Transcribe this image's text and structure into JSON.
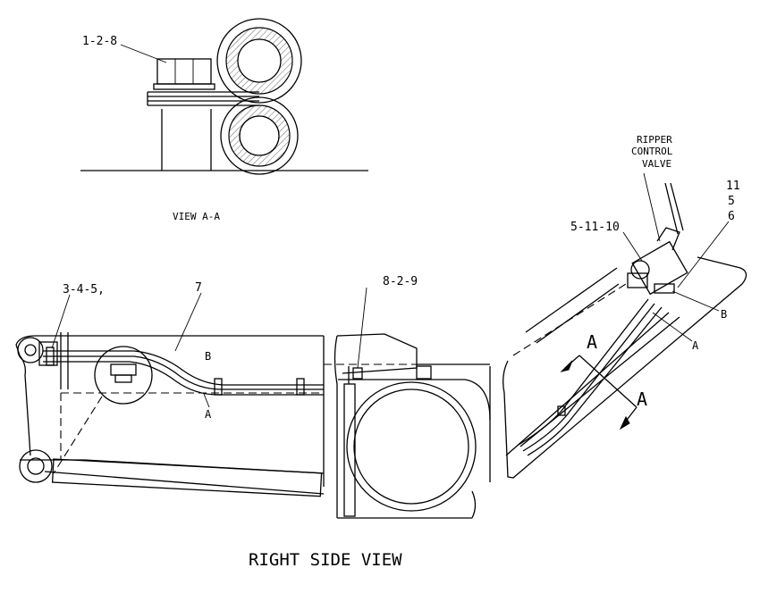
{
  "labels": {
    "part_1_2_8": "1-2-8",
    "view_aa": "VIEW A-A",
    "ripper_line1": "RIPPER",
    "ripper_line2": "CONTROL",
    "ripper_line3": "VALVE",
    "part_11": "11",
    "part_5": "5",
    "part_6": "6",
    "part_5_11_10": "5-11-10",
    "part_3_4_5": "3-4-5,",
    "part_7": "7",
    "part_8_2_9": "8-2-9",
    "line_b_left": "B",
    "line_a_left": "A",
    "line_b_right": "B",
    "line_a_right": "A",
    "section_a_top": "A",
    "section_a_bottom": "A",
    "title": "RIGHT SIDE VIEW"
  }
}
